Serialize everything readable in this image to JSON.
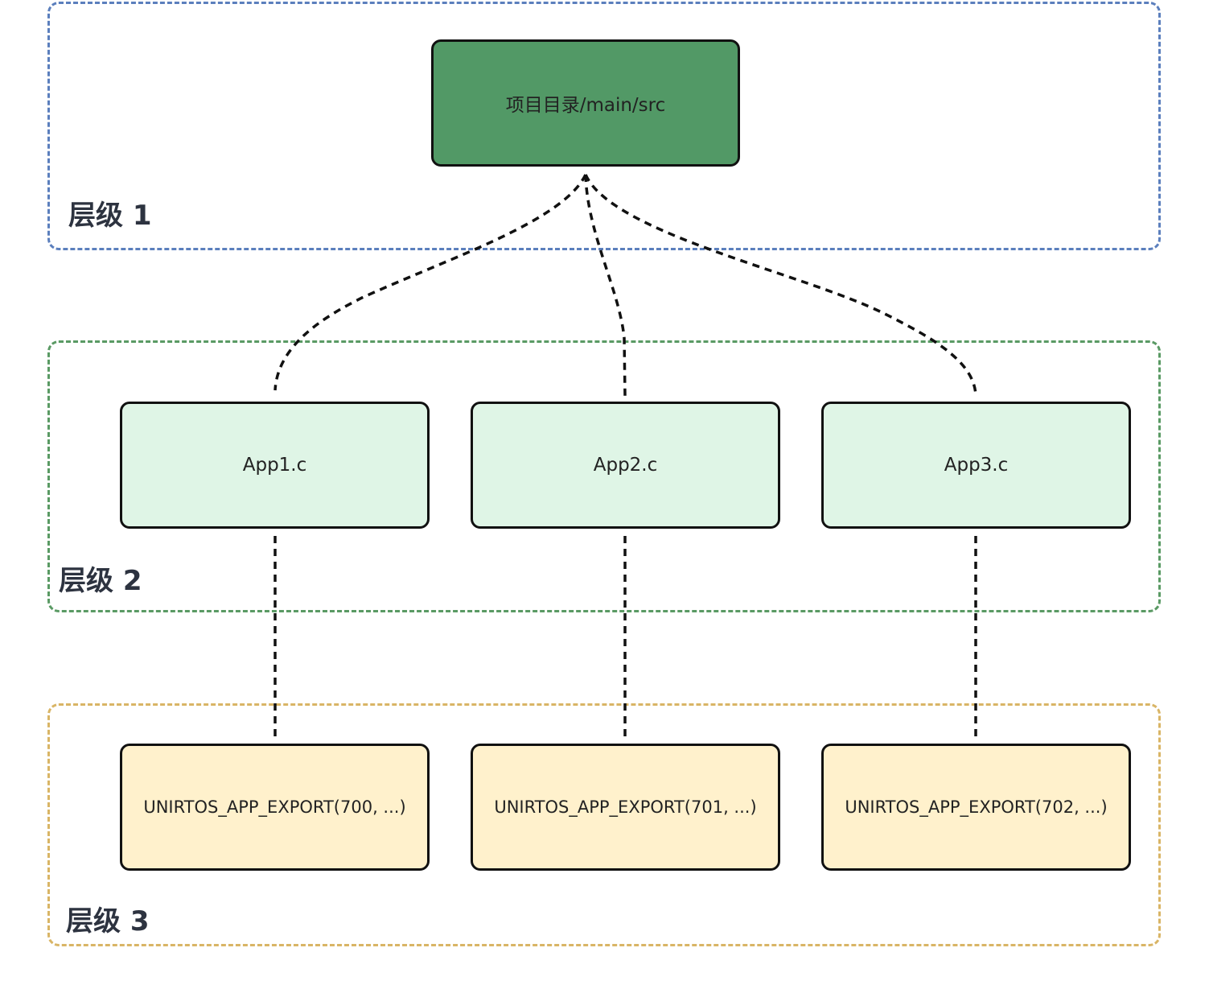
{
  "colors": {
    "layer1_border": "#5b7fbd",
    "layer2_border": "#5a9a64",
    "layer3_border": "#d9b566",
    "root_fill": "#529966",
    "app_fill": "#dff5e6",
    "export_fill": "#fff1cc",
    "label_text": "#2d3340",
    "connector": "#111111"
  },
  "layers": [
    {
      "label": "层级 1"
    },
    {
      "label": "层级 2"
    },
    {
      "label": "层级 3"
    }
  ],
  "root": {
    "label": "项目目录/main/src"
  },
  "apps": [
    {
      "label": "App1.c"
    },
    {
      "label": "App2.c"
    },
    {
      "label": "App3.c"
    }
  ],
  "exports": [
    {
      "label": "UNIRTOS_APP_EXPORT(700, ...)"
    },
    {
      "label": "UNIRTOS_APP_EXPORT(701, ...)"
    },
    {
      "label": "UNIRTOS_APP_EXPORT(702, ...)"
    }
  ]
}
